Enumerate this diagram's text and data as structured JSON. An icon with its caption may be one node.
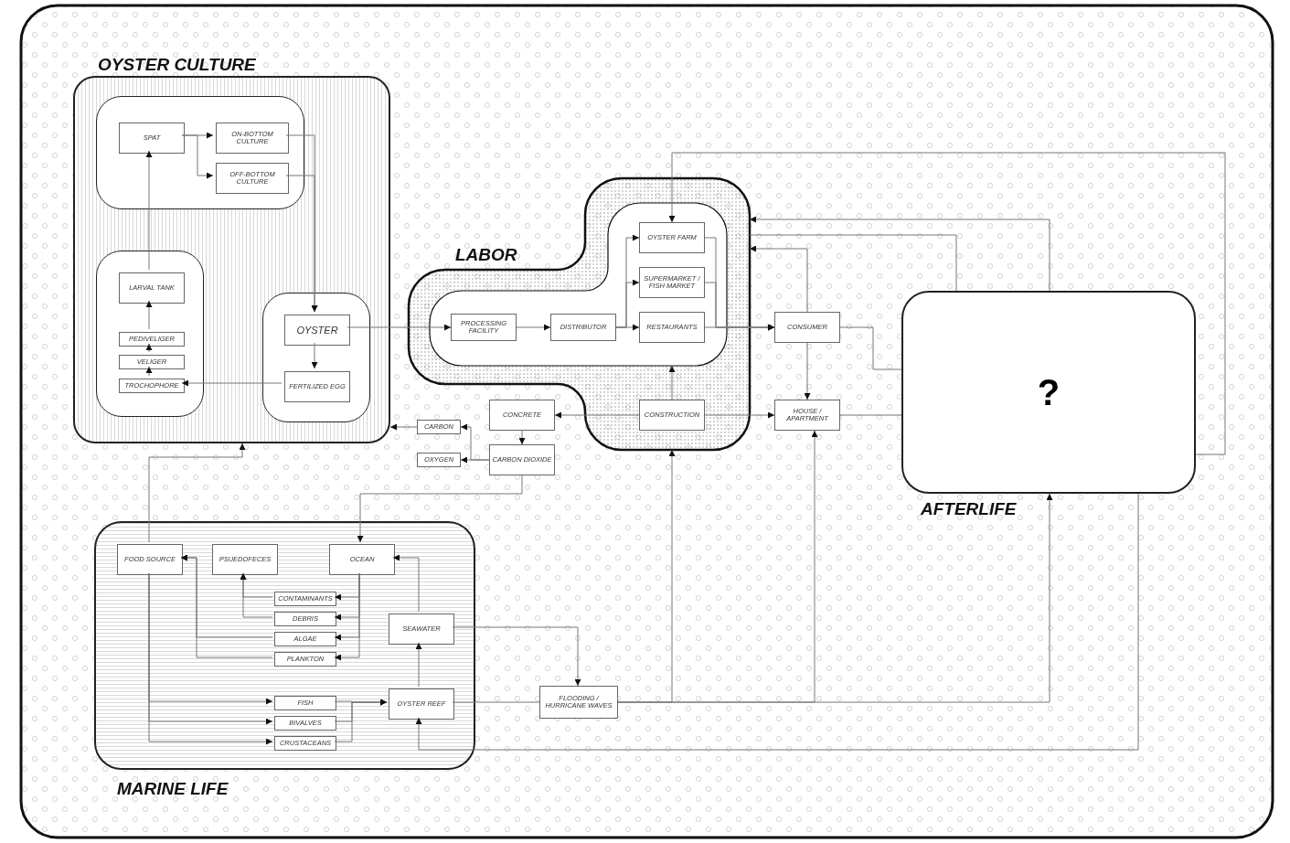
{
  "diagram": {
    "nodes": [
      {
        "text": [
          "OYSTER CULTURE"
        ]
      },
      {
        "text": [],
        "shape": "box",
        "in": 0
      },
      {
        "text": [
          "SPAT"
        ],
        "in": 1
      },
      {
        "text": [
          "ON-BOTTOM CULTURE"
        ],
        "in": 1
      },
      {
        "text": [
          "OFF-BOTTOM CULTURE"
        ],
        "in": 1
      },
      {
        "text": [],
        "shape": "box",
        "in": 0
      },
      {
        "text": [
          "LARVAL TANK"
        ],
        "in": 5
      },
      {
        "text": [
          "PEDIVELIGER"
        ],
        "in": 5
      },
      {
        "text": [
          "VELIGER"
        ],
        "in": 5
      },
      {
        "text": [
          "TROCHOPHORE"
        ],
        "in": 5
      },
      {
        "text": [],
        "shape": "box",
        "in": 0
      },
      {
        "text": [
          "OYSTER"
        ],
        "in": 10
      },
      {
        "text": [
          "FERTILIZED EGG"
        ],
        "in": 10
      },
      {
        "text": [
          "LABOR"
        ]
      },
      {
        "text": [],
        "shape": "box",
        "in": 13
      },
      {
        "text": [
          "PROCESSING FACILITY"
        ],
        "in": 14
      },
      {
        "text": [
          "DISTRIBUTOR"
        ],
        "in": 14
      },
      {
        "text": [
          "OYSTER FARM"
        ],
        "in": 14
      },
      {
        "text": [
          "SUPERMARKET / FISH MARKET"
        ],
        "in": 14
      },
      {
        "text": [
          "RESTAURANTS"
        ],
        "in": 14
      },
      {
        "text": [
          "CONSTRUCTION"
        ],
        "in": 13
      },
      {
        "text": [
          "CONCRETE"
        ]
      },
      {
        "text": [
          "CARBON"
        ]
      },
      {
        "text": [
          "OXYGEN"
        ]
      },
      {
        "text": [
          "CARBON DIOXIDE"
        ]
      },
      {
        "text": [
          "CONSUMER"
        ]
      },
      {
        "text": [
          "HOUSE / APARTMENT"
        ]
      },
      {
        "text": [
          "AFTERLIFE",
          "?"
        ]
      },
      {
        "text": [
          "MARINE LIFE"
        ]
      },
      {
        "text": [
          "FOOD SOURCE"
        ],
        "in": 28
      },
      {
        "text": [
          "PSUEDOFECES"
        ],
        "in": 28
      },
      {
        "text": [
          "OCEAN"
        ],
        "in": 28
      },
      {
        "text": [
          "CONTAMINANTS"
        ],
        "in": 28
      },
      {
        "text": [
          "DEBRIS"
        ],
        "in": 28
      },
      {
        "text": [
          "ALGAE"
        ],
        "in": 28
      },
      {
        "text": [
          "PLANKTON"
        ],
        "in": 28
      },
      {
        "text": [
          "SEAWATER"
        ],
        "in": 28
      },
      {
        "text": [
          "FISH"
        ],
        "in": 28
      },
      {
        "text": [
          "BIVALVES"
        ],
        "in": 28
      },
      {
        "text": [
          "CRUSTACEANS"
        ],
        "in": 28
      },
      {
        "text": [
          "OYSTER REEF"
        ],
        "in": 28
      },
      {
        "text": [
          "FLOODING / HURRICANE WAVES"
        ]
      }
    ],
    "edges": [
      {
        "from": 2,
        "to": 3,
        "arrow": "to"
      },
      {
        "from": 2,
        "to": 4,
        "arrow": "to"
      },
      {
        "from": 3,
        "to": 11,
        "arrow": "to"
      },
      {
        "from": 4,
        "to": 11,
        "arrow": "to"
      },
      {
        "from": 11,
        "to": 12,
        "arrow": "to"
      },
      {
        "from": 12,
        "to": 9,
        "arrow": "to"
      },
      {
        "from": 9,
        "to": 8,
        "arrow": "to"
      },
      {
        "from": 8,
        "to": 7,
        "arrow": "to"
      },
      {
        "from": 7,
        "to": 6,
        "arrow": "to"
      },
      {
        "from": 6,
        "to": 2,
        "arrow": "to"
      },
      {
        "from": 11,
        "to": 15,
        "arrow": "to"
      },
      {
        "from": 15,
        "to": 16,
        "arrow": "to"
      },
      {
        "from": 16,
        "to": 17,
        "arrow": "to"
      },
      {
        "from": 16,
        "to": 18,
        "arrow": "to"
      },
      {
        "from": 16,
        "to": 19,
        "arrow": "to"
      },
      {
        "from": 17,
        "to": 25,
        "arrow": "to"
      },
      {
        "from": 18,
        "to": 25,
        "arrow": "to"
      },
      {
        "from": 19,
        "to": 25,
        "arrow": "to"
      },
      {
        "from": 20,
        "to": 14,
        "arrow": "to"
      },
      {
        "from": 20,
        "to": 21,
        "arrow": "to"
      },
      {
        "from": 20,
        "to": 26,
        "arrow": "to"
      },
      {
        "from": 21,
        "to": 24,
        "arrow": "to"
      },
      {
        "from": 24,
        "to": 22,
        "arrow": "to"
      },
      {
        "from": 24,
        "to": 23,
        "arrow": "to"
      },
      {
        "from": 22,
        "to": 0,
        "arrow": "to"
      },
      {
        "from": 24,
        "to": 31,
        "arrow": "to"
      },
      {
        "from": 25,
        "to": 26,
        "arrow": "to"
      },
      {
        "from": 25,
        "to": 13,
        "arrow": "to"
      },
      {
        "from": 25,
        "to": 27,
        "arrow": "none"
      },
      {
        "from": 26,
        "to": 27,
        "arrow": "none"
      },
      {
        "from": 27,
        "to": 13,
        "arrow": "to"
      },
      {
        "from": 27,
        "to": 13,
        "arrow": "none"
      },
      {
        "from": 27,
        "to": 17,
        "arrow": "to"
      },
      {
        "from": 41,
        "to": 13,
        "arrow": "to"
      },
      {
        "from": 41,
        "to": 26,
        "arrow": "to"
      },
      {
        "from": 41,
        "to": 27,
        "arrow": "to"
      },
      {
        "from": 40,
        "to": 41,
        "arrow": "none"
      },
      {
        "from": 27,
        "to": 40,
        "arrow": "to"
      },
      {
        "from": 36,
        "to": 41,
        "arrow": "to"
      },
      {
        "from": 36,
        "to": 31,
        "arrow": "to"
      },
      {
        "from": 40,
        "to": 36,
        "arrow": "to"
      },
      {
        "from": 31,
        "to": 32,
        "arrow": "to"
      },
      {
        "from": 31,
        "to": 33,
        "arrow": "to"
      },
      {
        "from": 31,
        "to": 34,
        "arrow": "to"
      },
      {
        "from": 31,
        "to": 35,
        "arrow": "to"
      },
      {
        "from": 32,
        "to": 30,
        "arrow": "to"
      },
      {
        "from": 33,
        "to": 30,
        "arrow": "to"
      },
      {
        "from": 34,
        "to": 29,
        "arrow": "to"
      },
      {
        "from": 35,
        "to": 29,
        "arrow": "to"
      },
      {
        "from": 29,
        "to": 37,
        "arrow": "to"
      },
      {
        "from": 29,
        "to": 38,
        "arrow": "to"
      },
      {
        "from": 29,
        "to": 39,
        "arrow": "to"
      },
      {
        "from": 37,
        "to": 40,
        "arrow": "to"
      },
      {
        "from": 38,
        "to": 40,
        "arrow": "to"
      },
      {
        "from": 39,
        "to": 40,
        "arrow": "to"
      },
      {
        "from": 29,
        "to": 0,
        "arrow": "to"
      }
    ]
  }
}
